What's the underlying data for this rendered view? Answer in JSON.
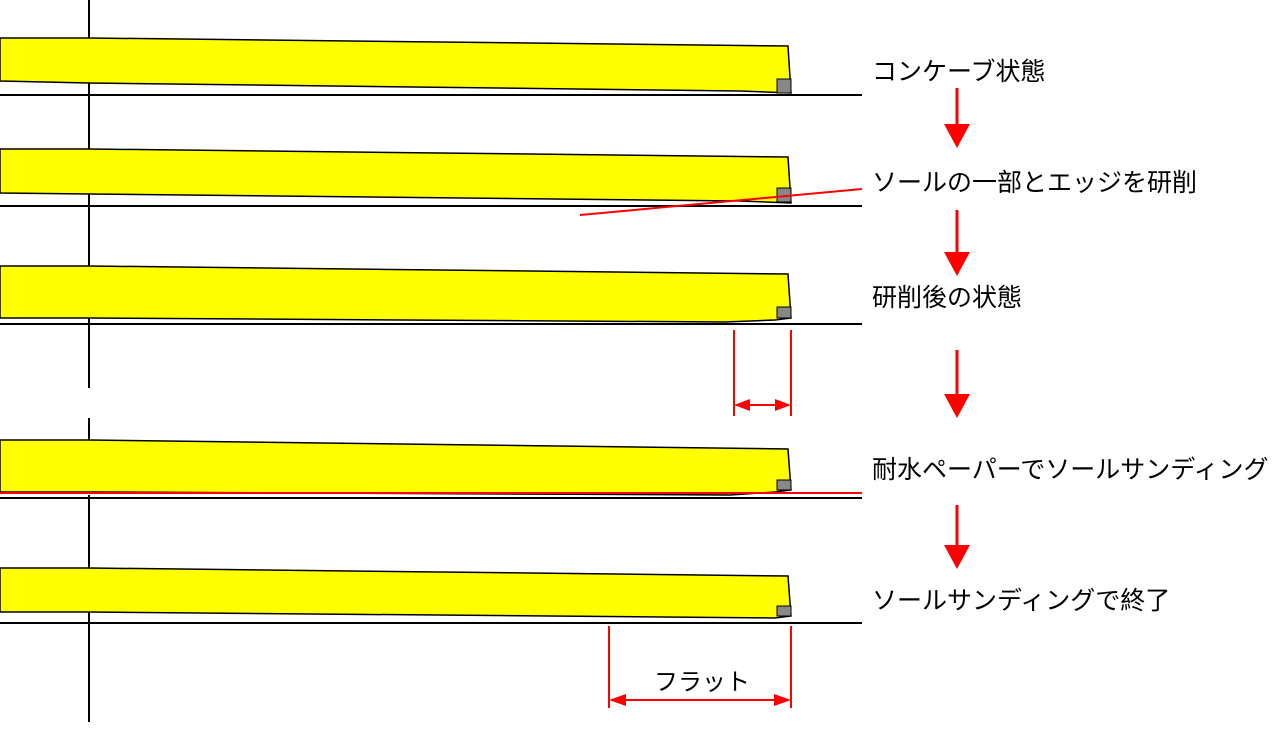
{
  "stages": [
    {
      "label": "コンケーブ状態"
    },
    {
      "label": "ソールの一部とエッジを研削"
    },
    {
      "label": "研削後の状態"
    },
    {
      "label": "耐水ペーパーでソールサンディング"
    },
    {
      "label": "ソールサンディングで終了"
    }
  ],
  "flat_label": "フラット",
  "colors": {
    "ski_fill": "#ffff00",
    "edge_fill": "#888888",
    "arrow": "#ff0000",
    "line": "#000000",
    "background": "#ffffff"
  }
}
